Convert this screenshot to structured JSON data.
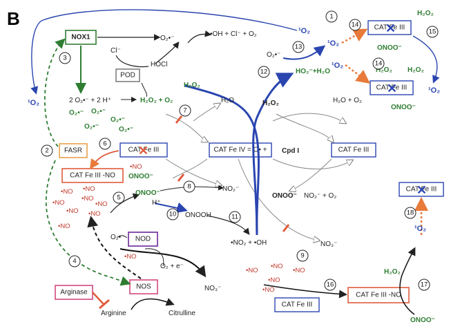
{
  "panel_label": "B",
  "boxes": {
    "nox1": "NOX1",
    "pod": "POD",
    "fasr": "FASR",
    "cat_fe3_a": "CAT Fe III",
    "cat_fe3_no": "CAT Fe III -NO",
    "cat_fe4_cpd": "CAT Fe IV = O• +",
    "cat_fe3_b": "CAT Fe III",
    "cat_top": "CAT Fe III",
    "cat_mid": "CAT Fe III",
    "cat_right": "CAT Fe III",
    "nod": "NOD",
    "nos": "NOS",
    "arginase": "Arginase",
    "cat_fe3_bottom": "CAT Fe III",
    "cat_fe3_no_bottom": "CAT Fe III -NO"
  },
  "labels": {
    "singlet_o2": "¹O₂",
    "o2_radical": "O₂•⁻",
    "hydroxyl_products": "•OH + Cl⁻ + O₂",
    "chloride": "Cl⁻",
    "hocl": "HOCl",
    "dismutation": "2 O₂•⁻ + 2 H⁺",
    "h2o2_o2": "H₂O₂ + O₂",
    "h2o2": "H₂O₂",
    "h2o": "H₂O",
    "h2o_o2": "H₂O + O₂",
    "cpd1": "Cpd I",
    "ho2_h2o": "HO₂⁻+H₂O",
    "onoo": "ONOO⁻",
    "no": "•NO",
    "no2": "NO₂⁻",
    "no2_o2": "NO₂⁻ + O₂",
    "no3": "NO₃⁻",
    "hplus": "H⁺",
    "onooh": "ONOOH",
    "no2_oh": "•NO₂ + •OH",
    "o2_e": "O₂ + e⁻",
    "arginine": "Arginine",
    "citrulline": "Citrulline"
  },
  "numbers": [
    "1",
    "2",
    "3",
    "4",
    "5",
    "6",
    "7",
    "8",
    "9",
    "10",
    "11",
    "12",
    "13",
    "14",
    "15",
    "16",
    "17",
    "18"
  ],
  "colors": {
    "blue": "#2a45b0",
    "green": "#2e7d32",
    "red": "#c0392b",
    "orange": "#e87a3a",
    "purple": "#7b3fa3",
    "pink": "#d2477f",
    "gray": "#888888"
  }
}
